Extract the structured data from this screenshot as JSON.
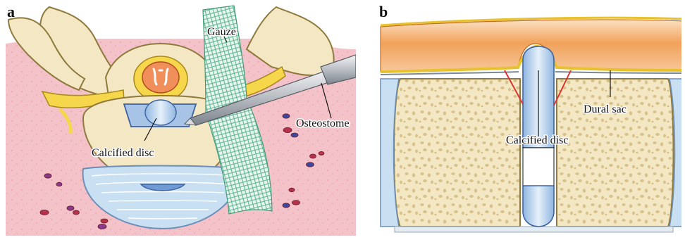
{
  "panel_a": {
    "label": "a",
    "labels": {
      "gauze": "Gauze",
      "osteostome": "Osteostome",
      "calcified_disc": "Calcified disc"
    }
  },
  "panel_b": {
    "label": "b",
    "labels": {
      "dural_sac": "Dural sac",
      "calcified_disc": "Calcified disc"
    }
  },
  "colors": {
    "tissue_pink": "#f4c3c9",
    "bone_cream": "#f4e8c4",
    "bone_outline": "#8f7a3e",
    "disc_blue": "#c9dff2",
    "nerve_yellow": "#f6d64b",
    "gauze_green": "#5fb592",
    "dura_orange": "#f1a25b",
    "cut_red": "#e0332f",
    "instrument_gray": "#b9bec4"
  }
}
